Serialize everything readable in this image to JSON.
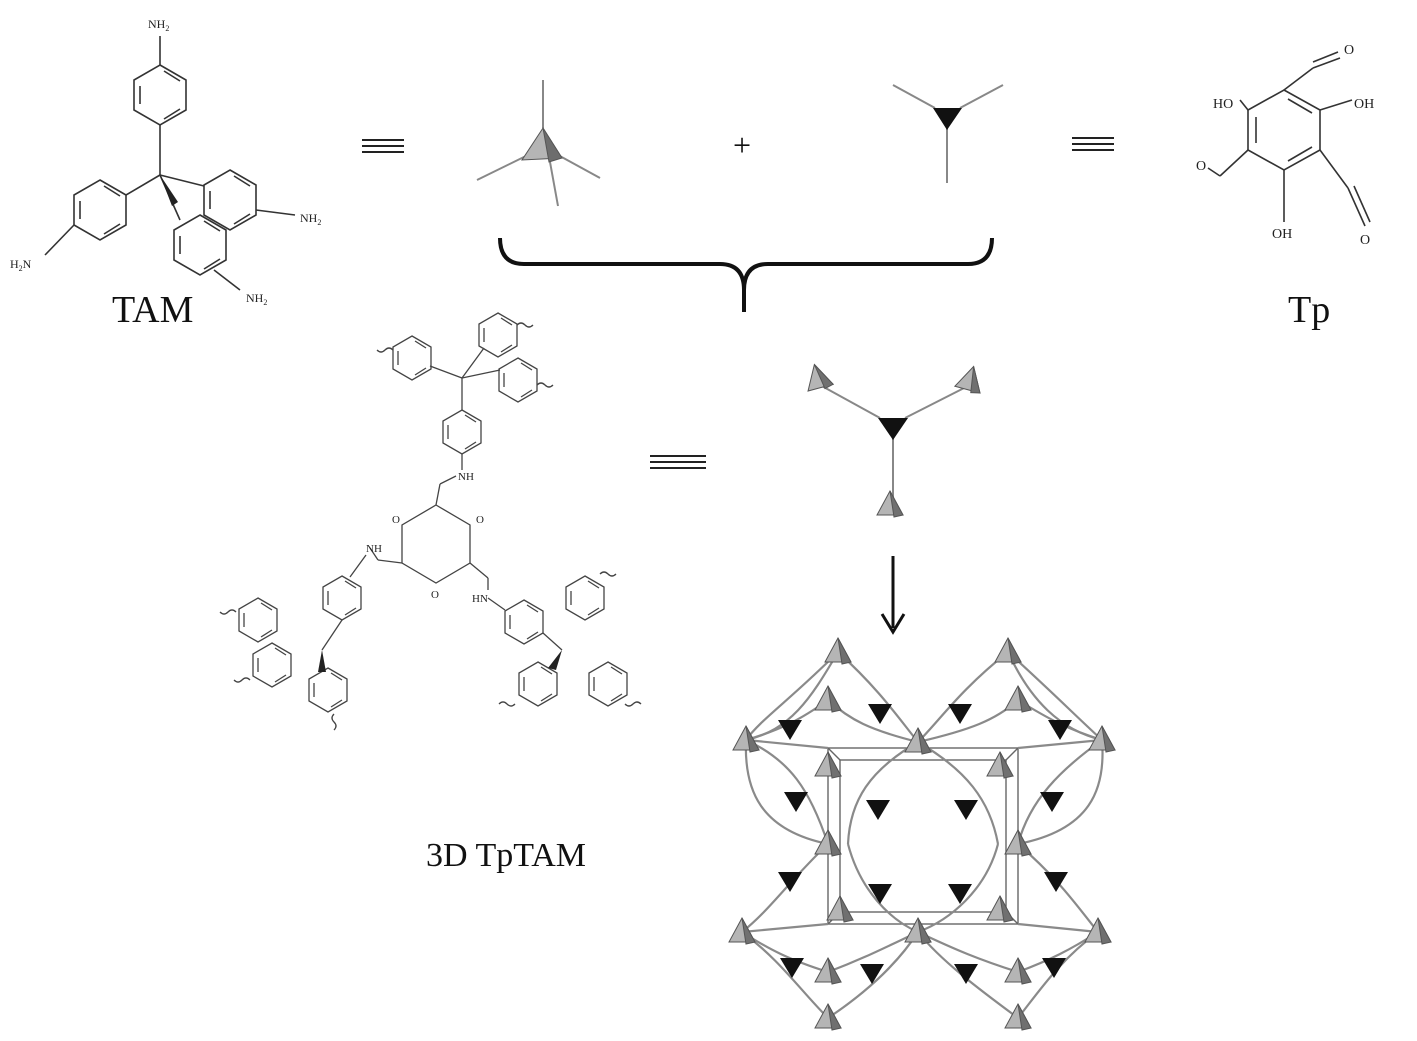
{
  "labels": {
    "tam": "TAM",
    "tp": "Tp",
    "product": "3D TpTAM",
    "plus": "+"
  },
  "atoms": {
    "nh2": "NH",
    "nh2_sub": "2",
    "h2n_prefix": "H",
    "h2n_sub": "2",
    "h2n_suffix": "N",
    "ho": "HO",
    "oh": "OH",
    "o": "O",
    "nh": "NH",
    "hn": "HN"
  },
  "colors": {
    "ink": "#111111",
    "tetra_light": "#b5b5b5",
    "tetra_dark": "#707070",
    "triangle": "#111111",
    "network_line": "#8a8a8a"
  }
}
